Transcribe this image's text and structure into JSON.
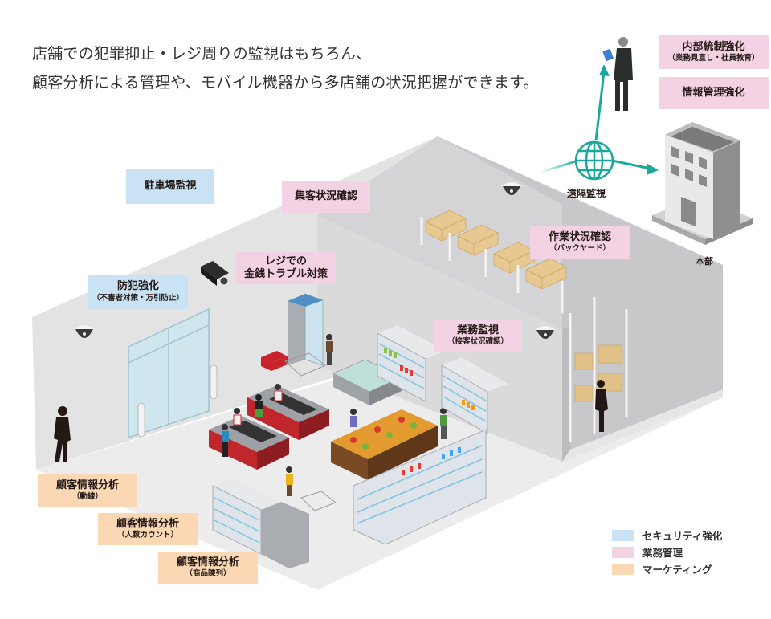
{
  "headline": {
    "line1": "店舗での犯罪抑止・レジ周りの監視はもちろん、",
    "line2": "顧客分析による管理や、モバイル機器から多店舗の状況把握ができます。"
  },
  "colors": {
    "security": "#c9e3f5",
    "business": "#f3d2e3",
    "marketing": "#fad8b4",
    "network": "#1aa89c"
  },
  "remote": {
    "label": "遠隔監視",
    "hq_label": "本部",
    "hq_boxes": [
      {
        "main": "内部統制強化",
        "sub": "（業務見直し・社員教育）"
      },
      {
        "main": "情報管理強化",
        "sub": ""
      }
    ]
  },
  "labels": {
    "parking": {
      "main": "駐車場監視",
      "sub": "",
      "category": "security"
    },
    "crime": {
      "main": "防犯強化",
      "sub": "（不審者対策・万引防止）",
      "category": "security"
    },
    "customers": {
      "main": "集客状況確認",
      "sub": "",
      "category": "business"
    },
    "register": {
      "main": "レジでの",
      "main2": "金銭トラブル対策",
      "category": "business"
    },
    "work": {
      "main": "作業状況確認",
      "sub": "（バックヤード）",
      "category": "business"
    },
    "service": {
      "main": "業務監視",
      "sub": "（接客状況確認）",
      "category": "business"
    },
    "flow": {
      "main": "顧客情報分析",
      "sub": "（動線）",
      "category": "marketing"
    },
    "count": {
      "main": "顧客情報分析",
      "sub": "（人数カウント）",
      "category": "marketing"
    },
    "display": {
      "main": "顧客情報分析",
      "sub": "（商品陳列）",
      "category": "marketing"
    }
  },
  "legend": [
    {
      "label": "セキュリティ強化",
      "category": "security"
    },
    {
      "label": "業務管理",
      "category": "business"
    },
    {
      "label": "マーケティング",
      "category": "marketing"
    }
  ]
}
